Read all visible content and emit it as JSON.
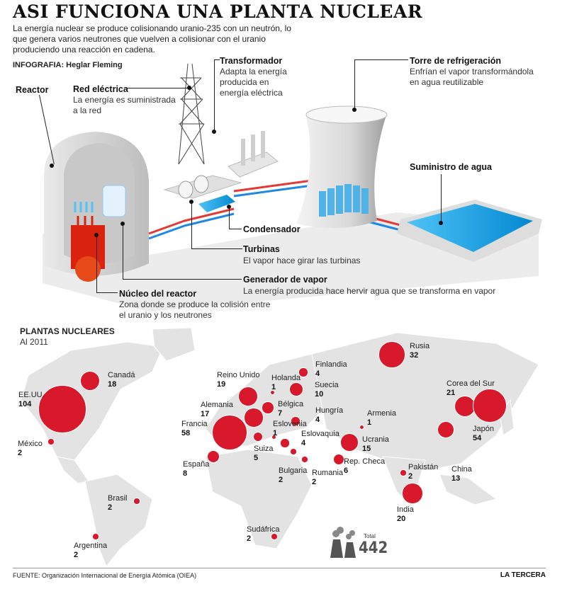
{
  "header": {
    "title": "ASI FUNCIONA UNA PLANTA NUCLEAR",
    "intro": "La energía nuclear se produce colisionando uranio-235 con un neutrón, lo que genera varios neutrones que vuelven a colisionar con el uranio produciendo una reacción en cadena.",
    "credit": "INFOGRAFIA: Heglar Fleming"
  },
  "diagram": {
    "reactor": {
      "title": "Reactor"
    },
    "red_electrica": {
      "title": "Red eléctrica",
      "desc": "La energía es suministrada a la red"
    },
    "transformador": {
      "title": "Transformador",
      "desc": "Adapta la energía producida en energía eléctrica"
    },
    "torre": {
      "title": "Torre de refrigeración",
      "desc": "Enfrían el vapor transformándola en agua reutilizable"
    },
    "suministro": {
      "title": "Suministro de agua"
    },
    "condensador": {
      "title": "Condensador"
    },
    "turbinas": {
      "title": "Turbinas",
      "desc": "El vapor hace girar las turbinas"
    },
    "generador": {
      "title": "Generador de vapor",
      "desc": "La energía producida hace hervir agua que se transforma en vapor"
    },
    "nucleo": {
      "title": "Núcleo del reactor",
      "desc": "Zona donde se produce la colisión entre el uranio y los neutrones"
    }
  },
  "map": {
    "title": "PLANTAS NUCLEARES",
    "subtitle": "Al 2011",
    "bubble_color": "#d7192b",
    "countries": [
      {
        "name": "EE.UU.",
        "value": 104
      },
      {
        "name": "Canadá",
        "value": 18
      },
      {
        "name": "México",
        "value": 2
      },
      {
        "name": "Brasil",
        "value": 2
      },
      {
        "name": "Argentina",
        "value": 2
      },
      {
        "name": "Reino Unido",
        "value": 19
      },
      {
        "name": "Holanda",
        "value": 1
      },
      {
        "name": "Finlandia",
        "value": 4
      },
      {
        "name": "Suecia",
        "value": 10
      },
      {
        "name": "Alemania",
        "value": 17
      },
      {
        "name": "Bélgica",
        "value": 7
      },
      {
        "name": "Hungría",
        "value": 4
      },
      {
        "name": "Francia",
        "value": 58
      },
      {
        "name": "Eslovenia",
        "value": 1
      },
      {
        "name": "Eslovaquia",
        "value": 4
      },
      {
        "name": "Suiza",
        "value": 5
      },
      {
        "name": "España",
        "value": 8
      },
      {
        "name": "Bulgaria",
        "value": 2
      },
      {
        "name": "Rumania",
        "value": 2
      },
      {
        "name": "Rep. Checa",
        "value": 6
      },
      {
        "name": "Ucrania",
        "value": 15
      },
      {
        "name": "Armenia",
        "value": 1
      },
      {
        "name": "Rusia",
        "value": 32
      },
      {
        "name": "Corea del Sur",
        "value": 21
      },
      {
        "name": "Japón",
        "value": 54
      },
      {
        "name": "China",
        "value": 13
      },
      {
        "name": "Pakistán",
        "value": 2
      },
      {
        "name": "India",
        "value": 20
      },
      {
        "name": "Sudáfrica",
        "value": 2
      }
    ],
    "total_label": "Total",
    "total_value": "442"
  },
  "footer": {
    "source": "FUENTE: Organización Internacional de Energía Atómica (OIEA)",
    "brand": "LA TERCERA"
  }
}
